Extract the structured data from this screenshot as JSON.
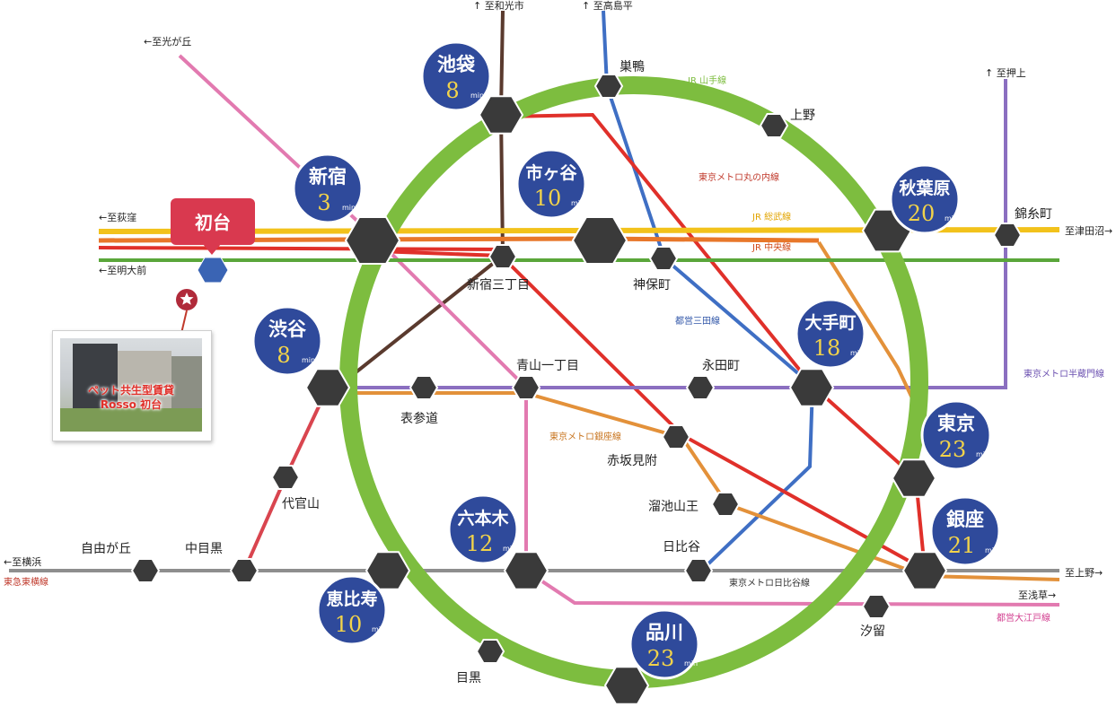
{
  "property": {
    "station_badge": "初台",
    "caption_line1": "ペット共生型賃貸",
    "caption_line2": "Rosso 初台"
  },
  "lines": {
    "yamanote": "JR 山手線",
    "sobu": "JR 総武線",
    "chuo": "JR 中央線",
    "marunouchi": "東京メトロ丸の内線",
    "mita": "都営三田線",
    "hanzomon": "東京メトロ半蔵門線",
    "ginza": "東京メトロ銀座線",
    "hibiya": "東京メトロ日比谷線",
    "toyoko": "東急東横線",
    "oedo": "都営大江戸線"
  },
  "directions": {
    "wakoshi": "↑ 至和光市",
    "takashimadaira": "↑ 至高島平",
    "oshiage": "↑ 至押上",
    "hikarigaoka": "←至光が丘",
    "ogikubo": "←至荻窪",
    "meidaimae": "←至明大前",
    "tsudanuma": "至津田沼→",
    "yokohama": "←至横浜",
    "kamino": "至上野→",
    "asakusa": "至浅草→"
  },
  "stations": {
    "sugamo": "巣鴨",
    "ueno": "上野",
    "kinshicho": "錦糸町",
    "shinjuku_sanchome": "新宿三丁目",
    "jimbocho": "神保町",
    "aoyama_itchome": "青山一丁目",
    "nagatacho": "永田町",
    "omotesando": "表参道",
    "akasaka_mitsuke": "赤坂見附",
    "tameike_sanno": "溜池山王",
    "hibiya": "日比谷",
    "daikanyama": "代官山",
    "jiyugaoka": "自由が丘",
    "nakameguro": "中目黒",
    "meguro": "目黒",
    "shiodome": "汐留"
  },
  "travel_times": [
    {
      "station": "池袋",
      "minutes": "8",
      "unit": "min"
    },
    {
      "station": "新宿",
      "minutes": "3",
      "unit": "min"
    },
    {
      "station": "市ヶ谷",
      "minutes": "10",
      "unit": "min"
    },
    {
      "station": "秋葉原",
      "minutes": "20",
      "unit": "min"
    },
    {
      "station": "渋谷",
      "minutes": "8",
      "unit": "min"
    },
    {
      "station": "大手町",
      "minutes": "18",
      "unit": "min"
    },
    {
      "station": "東京",
      "minutes": "23",
      "unit": "min"
    },
    {
      "station": "銀座",
      "minutes": "21",
      "unit": "min"
    },
    {
      "station": "六本木",
      "minutes": "12",
      "unit": "min"
    },
    {
      "station": "恵比寿",
      "minutes": "10",
      "unit": "min"
    },
    {
      "station": "品川",
      "minutes": "23",
      "unit": "min"
    }
  ],
  "colors": {
    "yamanote": "#7dbd3f",
    "sobu": "#f2c21b",
    "chuo": "#e8332a",
    "keio_green": "#5aa63a",
    "marunouchi": "#e0302a",
    "mita": "#3f6fc4",
    "hanzomon": "#8b6fc0",
    "ginza": "#e3913a",
    "hibiya": "#8e8e8e",
    "fukutoshin": "#5a3a2e",
    "oedo": "#e27ab0",
    "toyoko": "#d9454f",
    "bubble": "#2f4a9b",
    "station": "#3a3a3a",
    "badge": "#d9394f",
    "home_station": "#3a64b4"
  }
}
